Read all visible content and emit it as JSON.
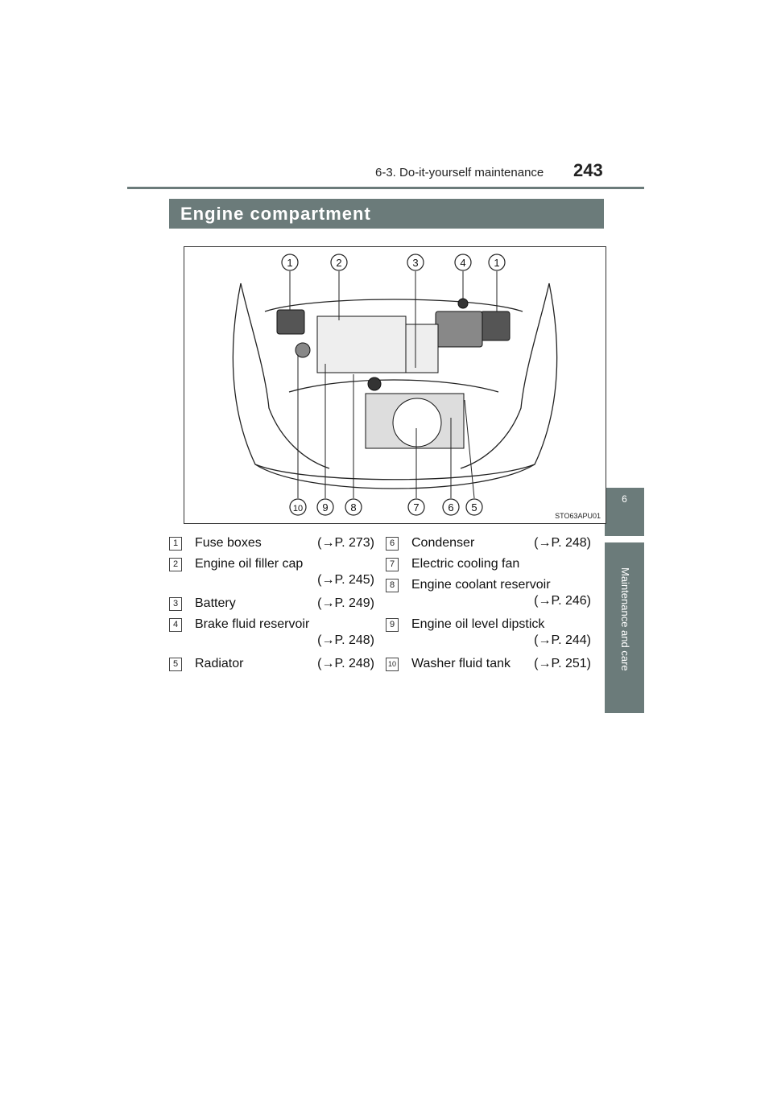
{
  "header": {
    "section": "6-3. Do-it-yourself maintenance",
    "page_number": "243"
  },
  "side_tab": {
    "chapter_number": "6",
    "chapter_title": "Maintenance and care"
  },
  "section": {
    "title": "Engine compartment"
  },
  "figure": {
    "code": "STO63APU01",
    "callouts_top": [
      "1",
      "2",
      "3",
      "4",
      "1"
    ],
    "callouts_bottom": [
      "10",
      "9",
      "8",
      "7",
      "6",
      "5"
    ]
  },
  "legend": {
    "left": [
      {
        "num": "1",
        "label": "Fuse boxes",
        "ref": "(→P. 273)"
      },
      {
        "num": "2",
        "label": "Engine oil filler cap",
        "ref": "(→P. 245)"
      },
      {
        "num": "3",
        "label": "Battery",
        "ref": "(→P. 249)"
      },
      {
        "num": "4",
        "label": "Brake fluid reservoir",
        "ref": "(→P. 248)"
      },
      {
        "num": "5",
        "label": "Radiator",
        "ref": "(→P. 248)"
      }
    ],
    "right": [
      {
        "num": "6",
        "label": "Condenser",
        "ref": "(→P. 248)"
      },
      {
        "num": "7",
        "label": "Electric cooling fan",
        "ref": ""
      },
      {
        "num": "8",
        "label": "Engine coolant reservoir",
        "ref": "(→P. 246)"
      },
      {
        "num": "9",
        "label": "Engine oil level dipstick",
        "ref": "(→P. 244)"
      },
      {
        "num": "10",
        "label": "Washer fluid tank",
        "ref": "(→P. 251)"
      }
    ]
  }
}
